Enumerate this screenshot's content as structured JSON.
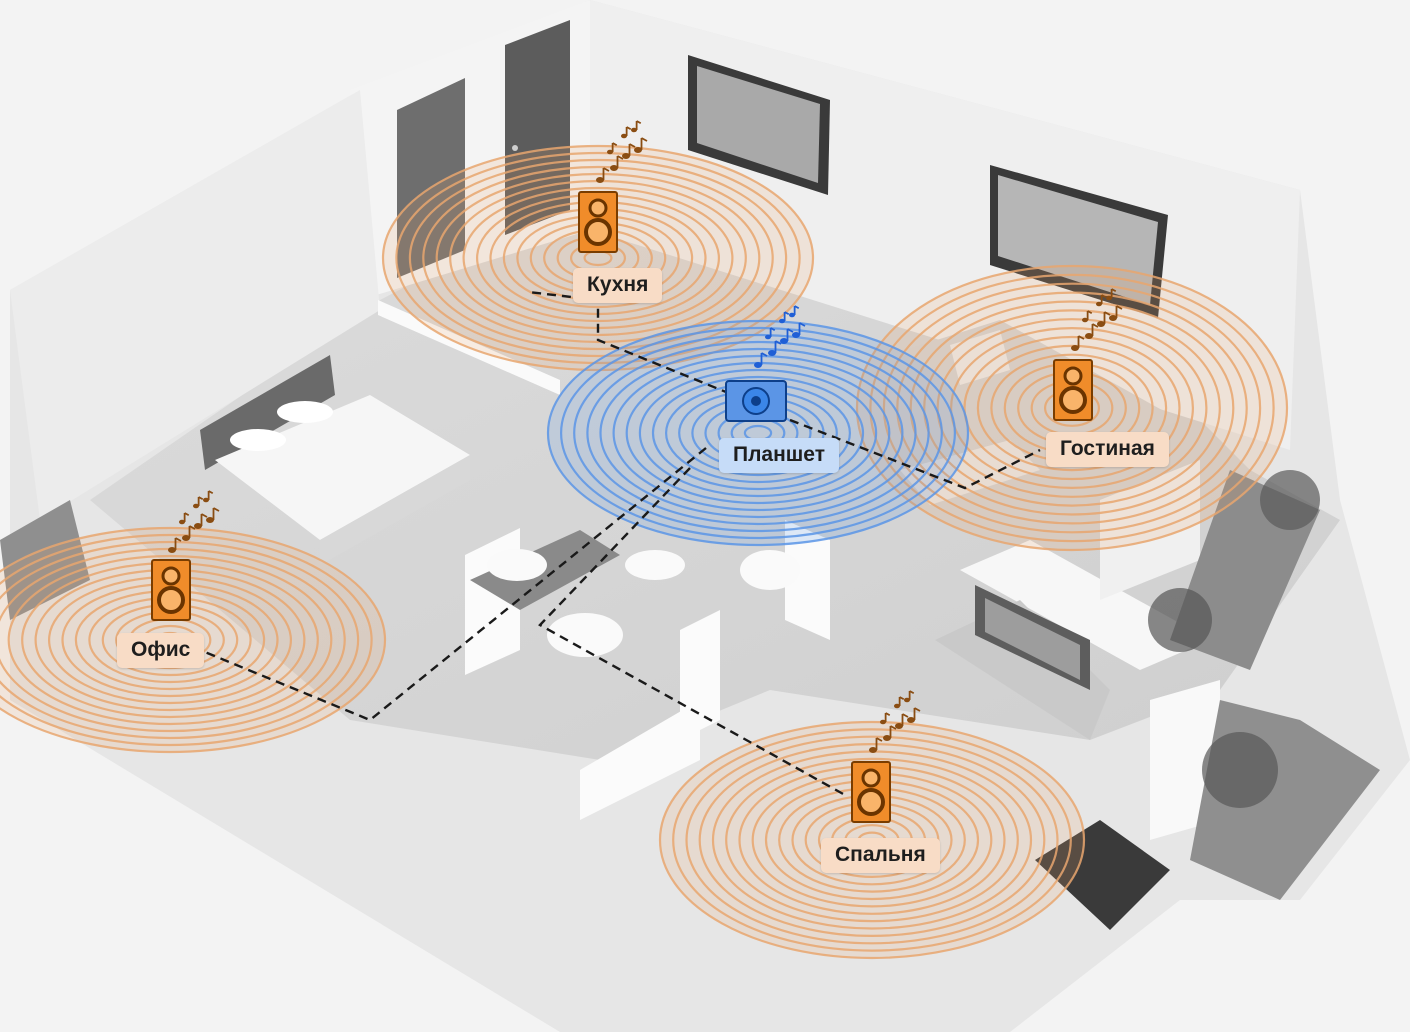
{
  "hub": {
    "label": "Планшет",
    "icon": "tablet-icon",
    "color": "#2a7de1"
  },
  "rooms": [
    {
      "id": "kitchen",
      "label": "Кухня",
      "icon": "speaker-icon"
    },
    {
      "id": "living",
      "label": "Гостиная",
      "icon": "speaker-icon"
    },
    {
      "id": "office",
      "label": "Офис",
      "icon": "speaker-icon"
    },
    {
      "id": "bedroom",
      "label": "Спальня",
      "icon": "speaker-icon"
    }
  ],
  "colors": {
    "speaker": "#f08c2a",
    "ring": "#e8a66e",
    "hub_ring": "#5b95e6",
    "connection_line": "#1a1a1a",
    "label_bg": "#f8dcc6",
    "hub_label_bg": "#c6dcf8"
  }
}
